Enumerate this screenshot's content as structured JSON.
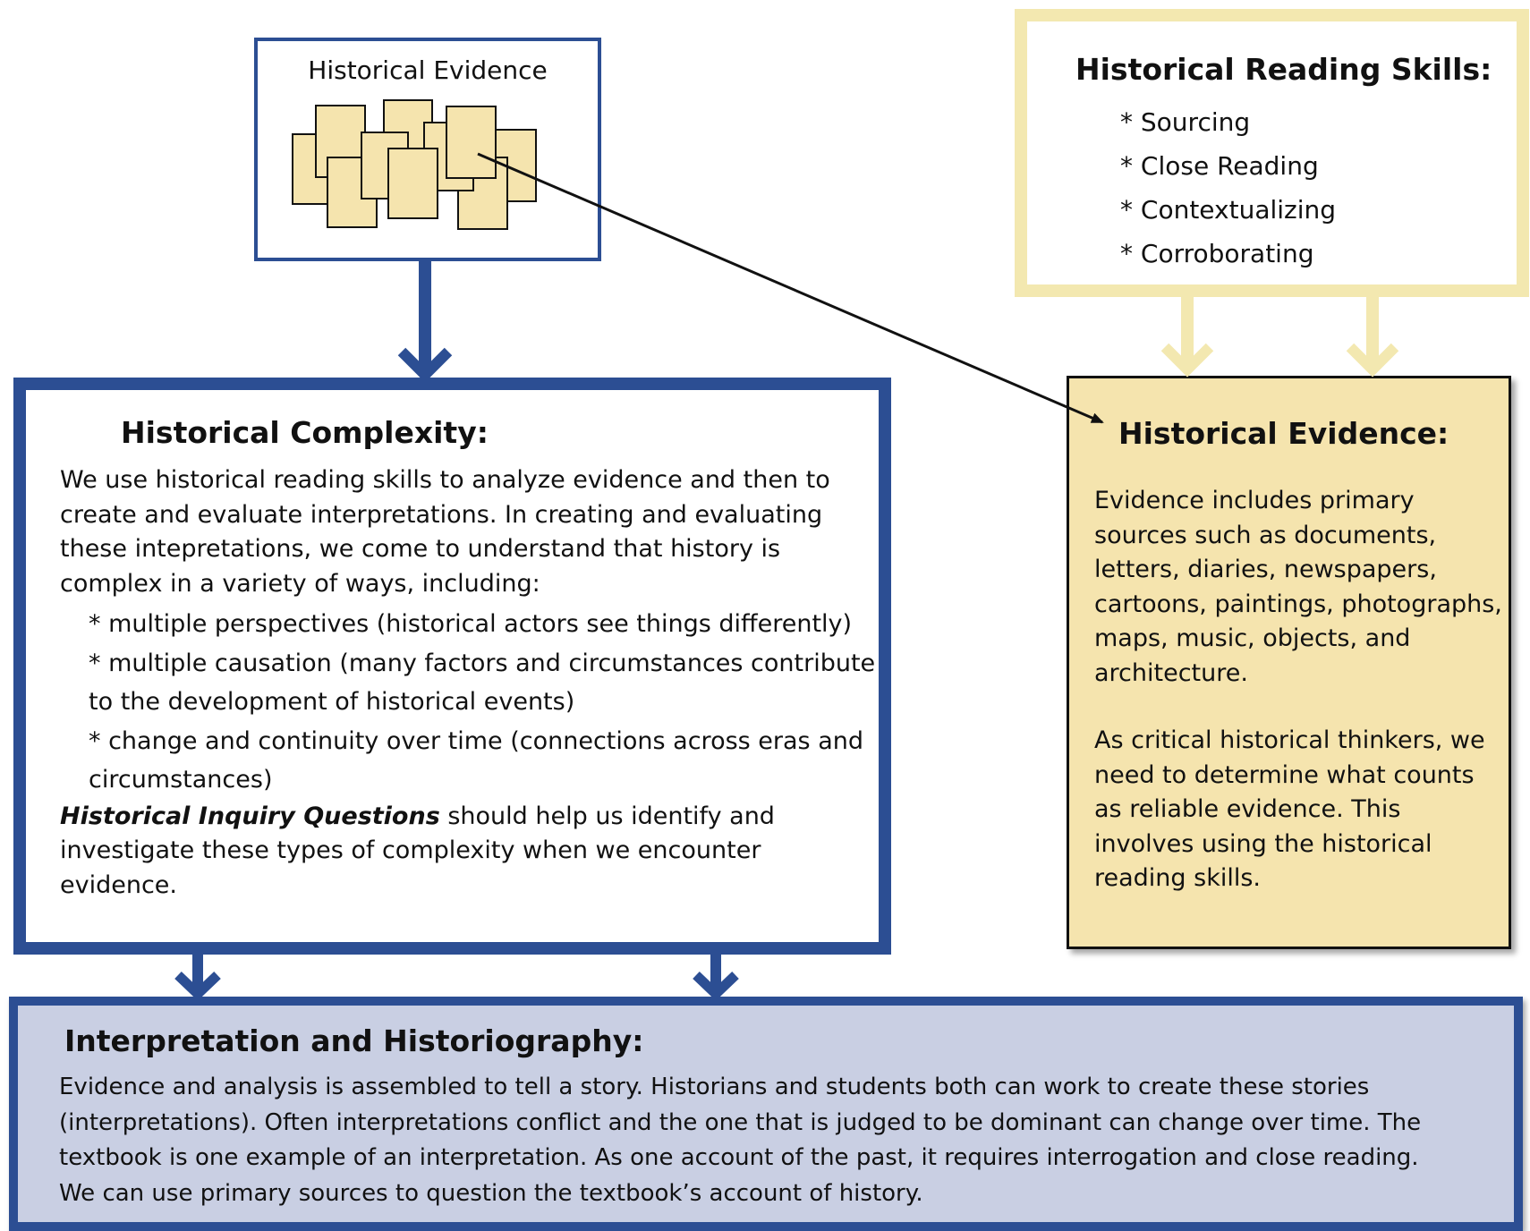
{
  "evidence_source": {
    "caption": "Historical Evidence"
  },
  "reading_skills": {
    "title": "Historical Reading Skills:",
    "items": [
      "* Sourcing",
      "* Close Reading",
      "* Contextualizing",
      "* Corroborating"
    ]
  },
  "complexity": {
    "title": "Historical Complexity:",
    "intro": "We use historical reading skills to analyze evidence and then to create and evaluate interpretations.  In creating and evaluating these intepretations, we come to understand that history is complex in a variety of ways, including:",
    "bullets": [
      "* multiple perspectives (historical actors see things differently)",
      "* multiple causation (many factors and circumstances contribute to the development of historical events)",
      "* change and continuity over time (connections across eras and circumstances)"
    ],
    "inquiry_emphasis": "Historical Inquiry Questions",
    "inquiry_rest": " should help us identify and investigate these types of complexity when we encounter evidence."
  },
  "historical_evidence": {
    "title": "Historical Evidence:",
    "para1": "Evidence includes primary sources such as documents, letters, diaries, newspapers, cartoons, paintings, photographs, maps, music, objects, and architecture.",
    "para2": "As critical historical thinkers, we need to determine what counts as reliable evidence. This involves using the historical reading skills."
  },
  "interpretation": {
    "title": "Interpretation and Historiography:",
    "body": "Evidence and analysis is assembled to tell a story.  Historians and students both can work to create these stories (interpretations).  Often interpretations conflict and the one that is judged to be dominant can change over time.  The textbook is one example of an interpretation.  As one account of the past, it requires interrogation and close reading.  We can use primary sources to question the textbook’s account of history."
  },
  "colors": {
    "blue": "#2c4e93",
    "cream": "#f3e8b0",
    "paper": "#f5e4ae",
    "lavender": "#c9cfe3"
  }
}
